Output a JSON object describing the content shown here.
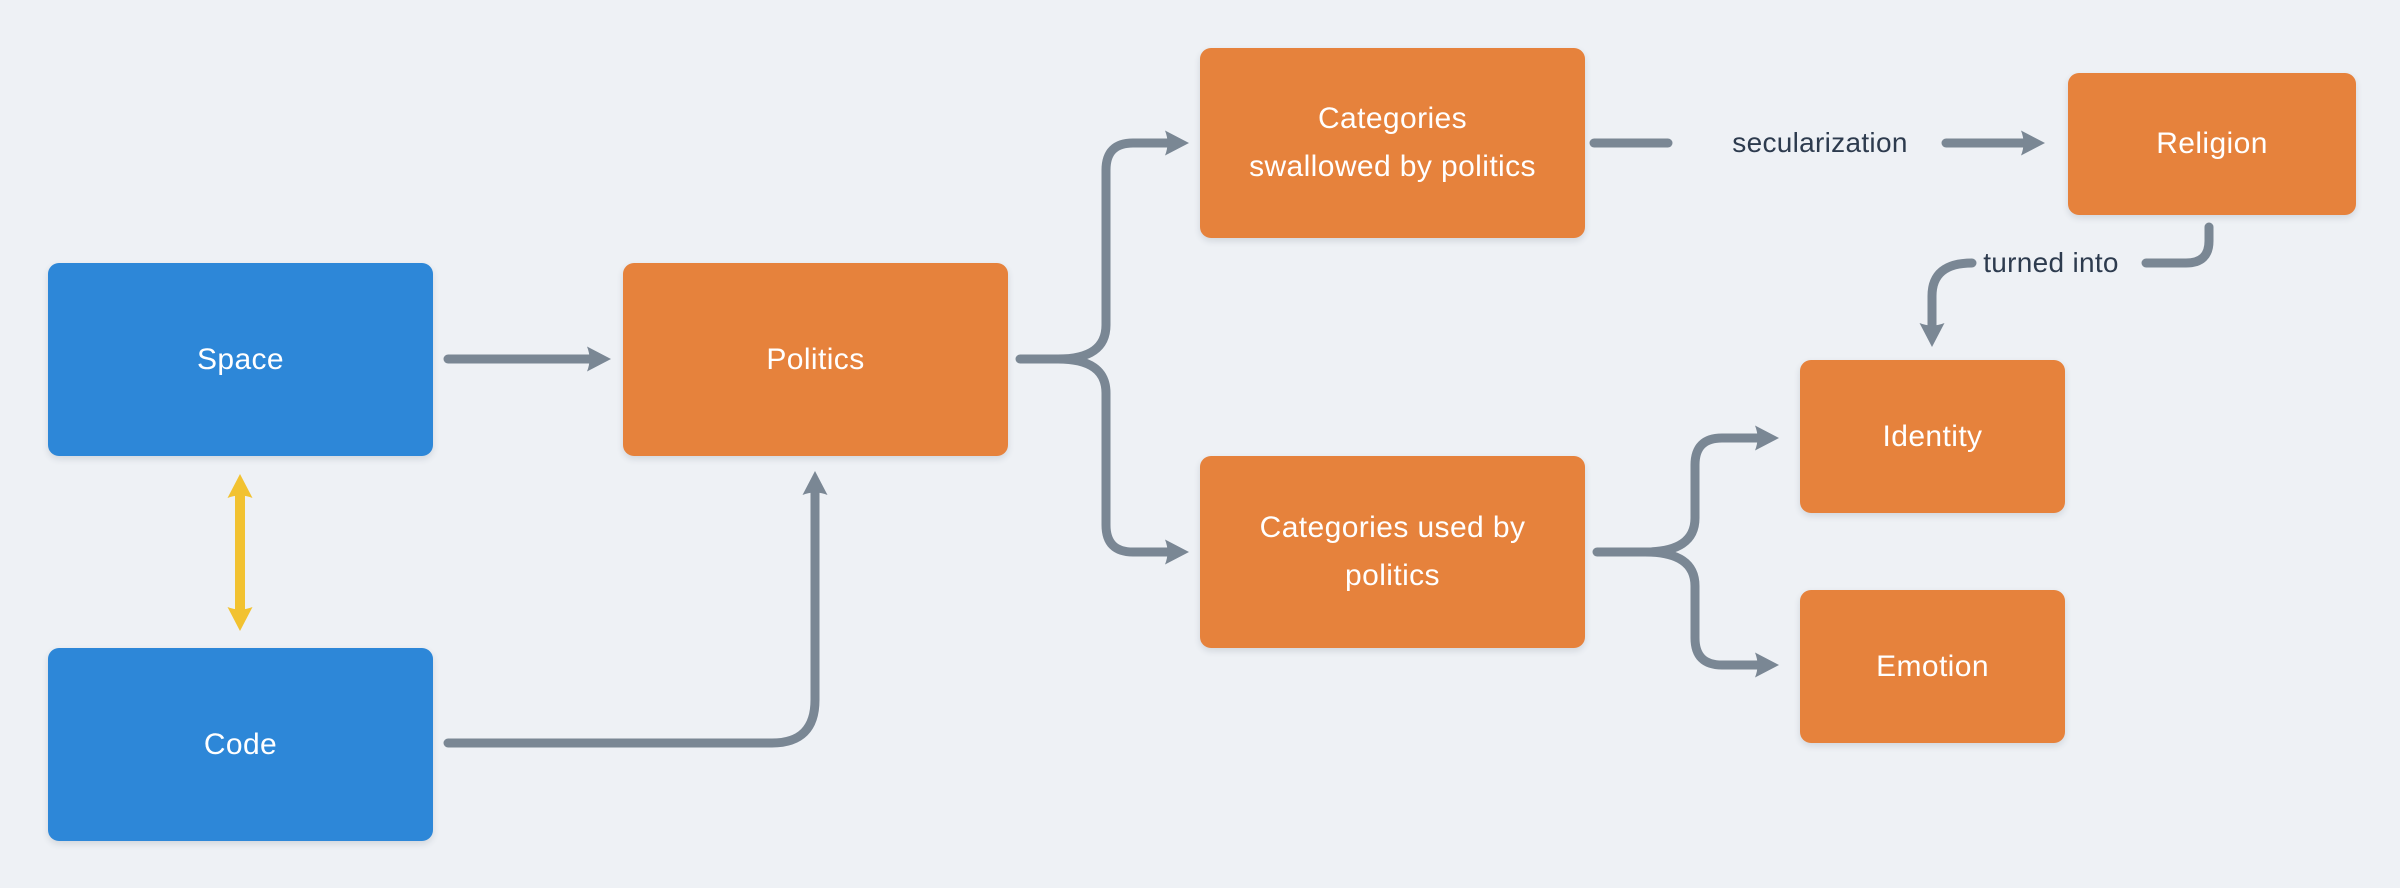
{
  "colors": {
    "background": "#eef1f5",
    "node_blue": "#2d87d8",
    "node_orange": "#e6823c",
    "arrow_gray": "#7a8794",
    "arrow_yellow": "#f2c230",
    "edge_label_text": "#2d3b4e",
    "node_text": "#ffffff"
  },
  "nodes": {
    "space": {
      "label": "Space"
    },
    "code": {
      "label": "Code"
    },
    "politics": {
      "label": "Politics"
    },
    "categories_swallowed": {
      "label": "Categories\nswallowed by politics"
    },
    "categories_used": {
      "label": "Categories used by\npolitics"
    },
    "religion": {
      "label": "Religion"
    },
    "identity": {
      "label": "Identity"
    },
    "emotion": {
      "label": "Emotion"
    }
  },
  "edge_labels": {
    "secularization": "secularization",
    "turned_into": "turned into"
  },
  "edges": [
    {
      "from": "Space",
      "to": "Politics",
      "style": "arrow"
    },
    {
      "from": "Space",
      "to": "Code",
      "style": "double-arrow",
      "color": "yellow"
    },
    {
      "from": "Code",
      "to": "Politics",
      "style": "arrow"
    },
    {
      "from": "Politics",
      "to": "Categories swallowed by politics",
      "style": "arrow"
    },
    {
      "from": "Politics",
      "to": "Categories used by politics",
      "style": "arrow"
    },
    {
      "from": "Categories swallowed by politics",
      "to": "Religion",
      "style": "arrow",
      "label": "secularization"
    },
    {
      "from": "Religion",
      "to": "Identity",
      "style": "arrow",
      "label": "turned into"
    },
    {
      "from": "Categories used by politics",
      "to": "Identity",
      "style": "arrow"
    },
    {
      "from": "Categories used by politics",
      "to": "Emotion",
      "style": "arrow"
    }
  ]
}
